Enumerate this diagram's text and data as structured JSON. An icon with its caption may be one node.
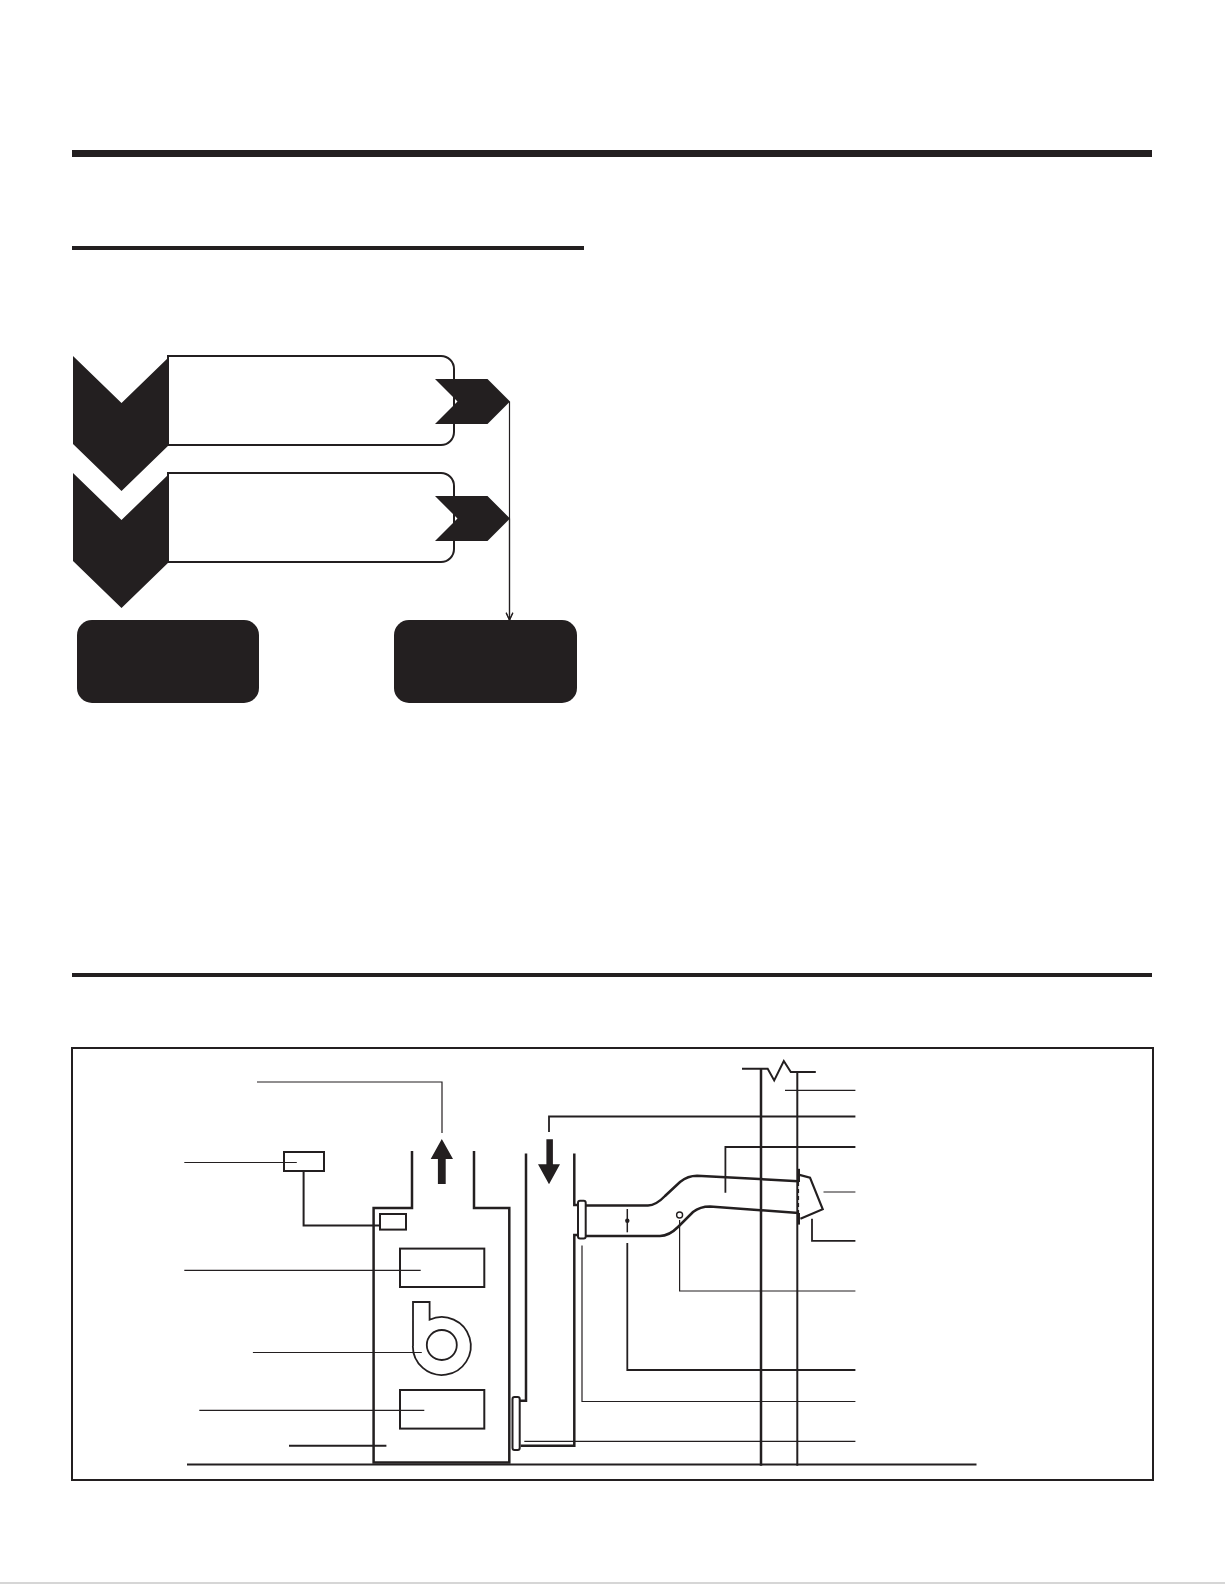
{
  "diagram": {
    "nodes": [
      {
        "text": [],
        "shape": "box"
      },
      {
        "text": [],
        "shape": "box"
      },
      {
        "text": [],
        "shape": "box"
      },
      {
        "text": [],
        "shape": "box"
      }
    ],
    "edges": [
      {
        "from": 0,
        "to": 3,
        "arrow": "to"
      },
      {
        "from": 1,
        "to": 3,
        "arrow": "to"
      }
    ]
  }
}
